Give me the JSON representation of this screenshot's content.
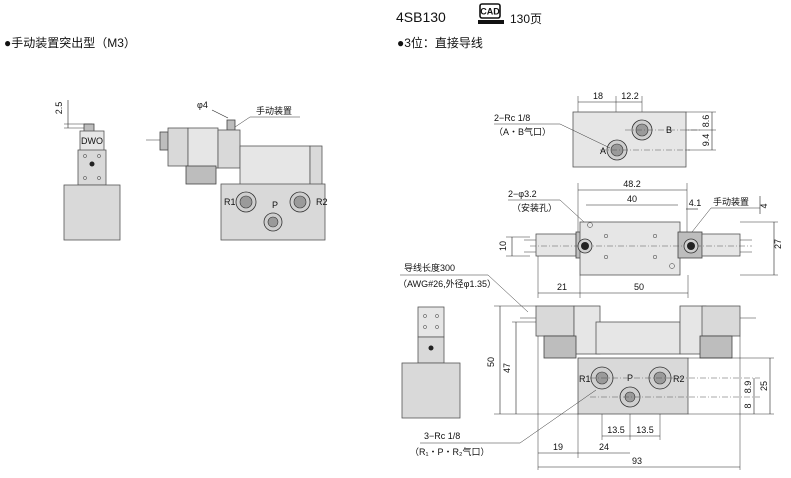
{
  "header": {
    "left_title": "●手动装置突出型（M3）",
    "model": "4SB130",
    "cad_badge": "CAD",
    "cad_page": "130页",
    "right_title": "●3位：直接导线"
  },
  "left_view": {
    "dim_top": "2.5",
    "dim_phi": "φ4",
    "label_manual": "手动装置",
    "port_labels": [
      "R1",
      "P",
      "R2"
    ]
  },
  "top_view": {
    "dim_18": "18",
    "dim_12_2": "12.2",
    "dim_8_6": "8.6",
    "dim_9_4": "9.4",
    "port_note_line1": "2−Rc 1/8",
    "port_note_line2": "（A・B气口）",
    "port_labels": [
      "A",
      "B"
    ]
  },
  "middle_view": {
    "dim_48_2": "48.2",
    "dim_40": "40",
    "dim_4_1": "4.1",
    "dim_4": "4",
    "dim_27": "27",
    "dim_10": "10",
    "dim_21": "21",
    "dim_50": "50",
    "hole_note_line1": "2−φ3.2",
    "hole_note_line2": "（安装孔）",
    "label_manual": "手动装置"
  },
  "front_view": {
    "lead_note_line1": "导线长度300",
    "lead_note_line2": "（AWG#26,外径φ1.35）",
    "dim_50": "50",
    "dim_47": "47",
    "dim_8_9": "8.9",
    "dim_25": "25",
    "dim_8": "8",
    "dim_13_5_a": "13.5",
    "dim_13_5_b": "13.5",
    "dim_19": "19",
    "dim_24": "24",
    "dim_93": "93",
    "port_note_line1": "3−Rc 1/8",
    "port_note_line2": "（R₁・P・R₂气口）",
    "port_labels": [
      "R1",
      "P",
      "R2"
    ]
  }
}
